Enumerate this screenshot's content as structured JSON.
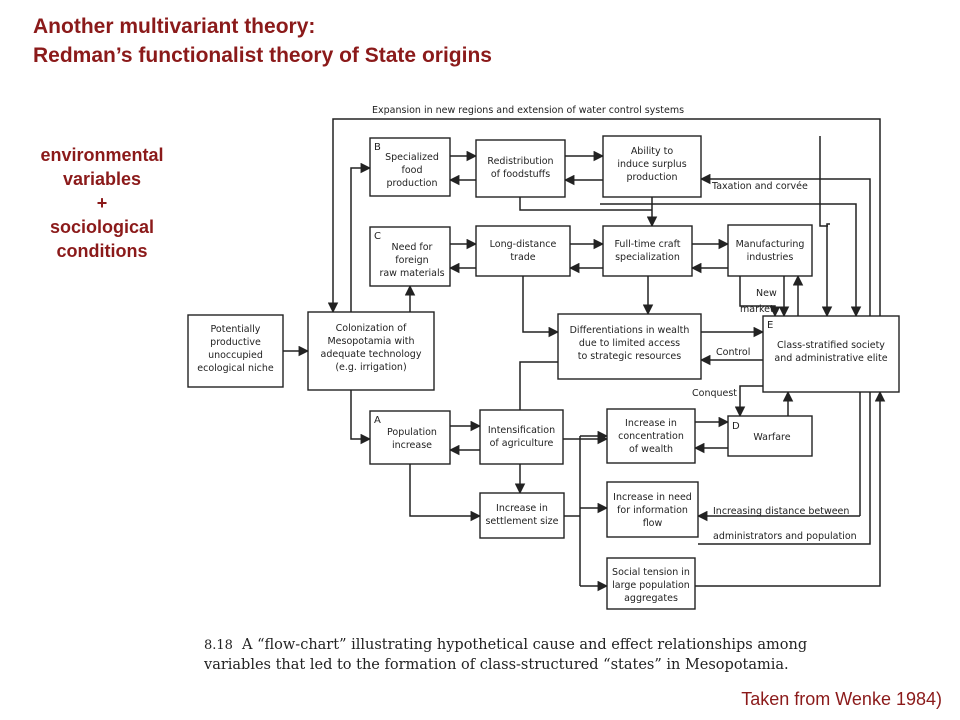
{
  "title": {
    "line1": "Another multivariant theory:",
    "line2": "Redman’s functionalist theory of State origins"
  },
  "side_note": {
    "line1": "environmental",
    "line2": "variables",
    "line3": "+",
    "line4": "sociological",
    "line5": "conditions"
  },
  "credit": "Taken from Wenke 1984)",
  "diagram": {
    "nodes": {
      "niche": {
        "lines": [
          "Potentially",
          "productive",
          "unoccupied",
          "ecological niche"
        ]
      },
      "colonization": {
        "lines": [
          "Colonization of",
          "Mesopotamia with",
          "adequate technology",
          "(e.g. irrigation)"
        ]
      },
      "food": {
        "letter": "B",
        "lines": [
          "Specialized",
          "food",
          "production"
        ]
      },
      "redistribution": {
        "lines": [
          "Redistribution",
          "of foodstuffs"
        ]
      },
      "surplus": {
        "lines": [
          "Ability to",
          "induce surplus",
          "production"
        ]
      },
      "raw": {
        "letter": "C",
        "lines": [
          "Need for",
          "foreign",
          "raw materials"
        ]
      },
      "trade": {
        "lines": [
          "Long-distance",
          "trade"
        ]
      },
      "craft": {
        "lines": [
          "Full-time craft",
          "specialization"
        ]
      },
      "manufacturing": {
        "lines": [
          "Manufacturing",
          "industries"
        ]
      },
      "wealth": {
        "lines": [
          "Differentiations in wealth",
          "due to limited access",
          "to strategic resources"
        ]
      },
      "class": {
        "letter": "E",
        "lines": [
          "Class-stratified society",
          "and administrative elite"
        ]
      },
      "population": {
        "letter": "A",
        "lines": [
          "Population",
          "increase"
        ]
      },
      "agriculture": {
        "lines": [
          "Intensification",
          "of agriculture"
        ]
      },
      "concentration": {
        "lines": [
          "Increase in",
          "concentration",
          "of wealth"
        ]
      },
      "warfare": {
        "letter": "D",
        "lines": [
          "Warfare"
        ]
      },
      "settlement": {
        "lines": [
          "Increase in",
          "settlement size"
        ]
      },
      "information": {
        "lines": [
          "Increase in need",
          "for information",
          "flow"
        ]
      },
      "tension": {
        "lines": [
          "Social tension in",
          "large population",
          "aggregates"
        ]
      }
    },
    "edge_labels": {
      "expansion": "Expansion in new regions and extension of water control systems",
      "taxation": "Taxation and corvée",
      "new_markets_1": "New",
      "new_markets_2": "markets",
      "control": "Control",
      "conquest": "Conquest",
      "distance_1": "Increasing distance between",
      "distance_2": "administrators and population"
    },
    "caption": {
      "number": "8.18",
      "line1": "A “flow-chart” illustrating hypothetical cause and effect relationships among",
      "line2": "variables that led to the formation of class-structured “states” in Mesopotamia."
    }
  }
}
